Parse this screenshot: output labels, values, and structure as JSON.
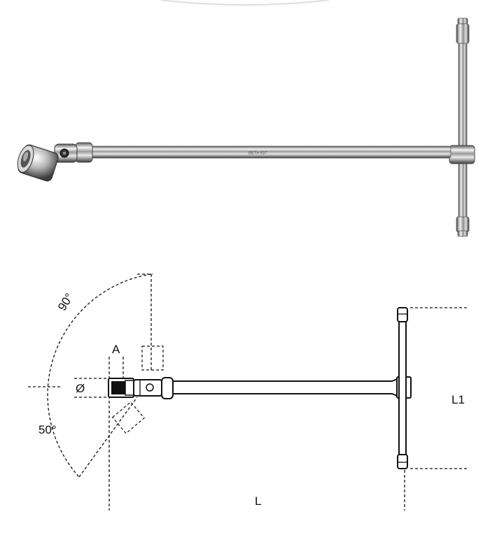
{
  "photo": {
    "shaft_marking": "BETA 937"
  },
  "drawing": {
    "labels": {
      "angle_upper": "90°",
      "angle_lower": "50°",
      "dim_a": "A",
      "dim_diameter": "Ø",
      "dim_length": "L",
      "dim_handle": "L1"
    }
  }
}
